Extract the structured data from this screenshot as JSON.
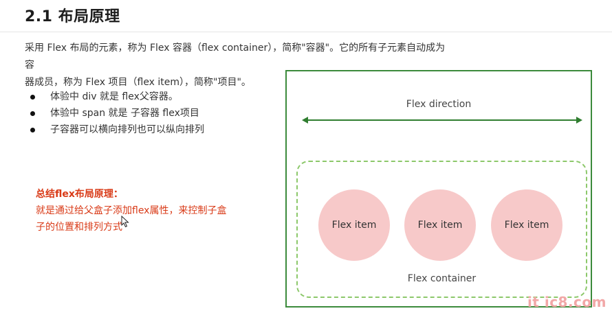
{
  "title": "2.1 布局原理",
  "intro": {
    "line1": "采用 Flex 布局的元素，称为 Flex 容器（flex container），简称\"容器\"。它的所有子元素自动成为容",
    "line2": "器成员，称为 Flex 项目（flex item），简称\"项目\"。"
  },
  "bullets": [
    {
      "text": "体验中 div 就是 flex父容器。"
    },
    {
      "text": "体验中 span 就是 子容器 flex项目"
    },
    {
      "text": "子容器可以横向排列也可以纵向排列"
    }
  ],
  "summary": {
    "title": "总结flex布局原理：",
    "line1": "就是通过给父盒子添加flex属性，来控制子盒",
    "line2": "子的位置和排列方式"
  },
  "diagram": {
    "direction_label": "Flex direction",
    "container_label": "Flex container",
    "items": [
      "Flex item",
      "Flex item",
      "Flex item"
    ],
    "colors": {
      "frame": "#3b8a3b",
      "dashed": "#8cc86a",
      "item_fill": "#f7c9c9"
    }
  },
  "watermark": "it ic8.com",
  "icons": {
    "cursor": "mouse-pointer-icon",
    "bullet": "bullet-dot-icon",
    "arrow": "double-headed-arrow-icon"
  },
  "colors": {
    "accent_red": "#d93a17"
  }
}
